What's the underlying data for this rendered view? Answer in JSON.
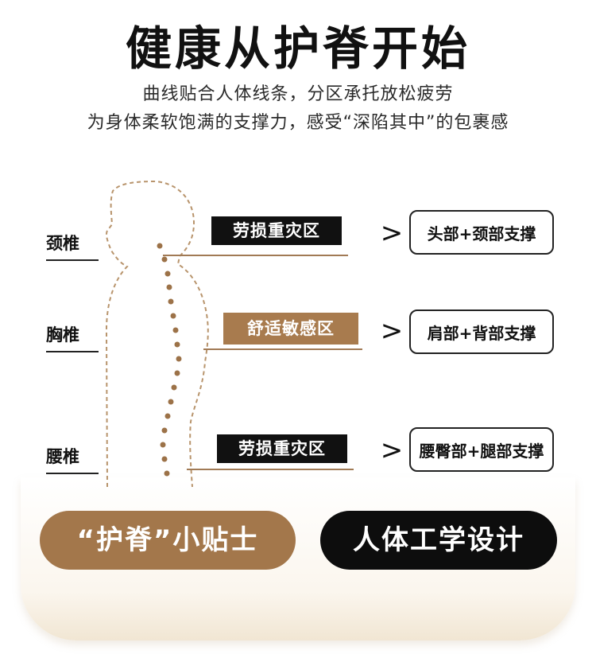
{
  "header": {
    "title": "健康从护脊开始",
    "subtitle_line1": "曲线贴合人体线条，分区承托放松疲劳",
    "subtitle_line2": "为身体柔软饱满的支撑力，感受“深陷其中”的包裹感"
  },
  "spine_labels": {
    "cervical": "颈椎",
    "thoracic": "胸椎",
    "lumbar": "腰椎"
  },
  "zones": {
    "cervical": "劳损重灾区",
    "thoracic": "舒适敏感区",
    "lumbar": "劳损重灾区"
  },
  "arrows": {
    "glyph": ">"
  },
  "supports": {
    "cervical": "头部+颈部支撑",
    "thoracic": "肩部+背部支撑",
    "lumbar": "腰臀部+腿部支撑"
  },
  "bottom": {
    "tips_label": "“护脊”小贴士",
    "ergonomic_label": "人体工学设计"
  },
  "colors": {
    "brown": "#a87b4e",
    "dark": "#111111",
    "outline": "#b8946c",
    "dots": "#9c7248"
  }
}
